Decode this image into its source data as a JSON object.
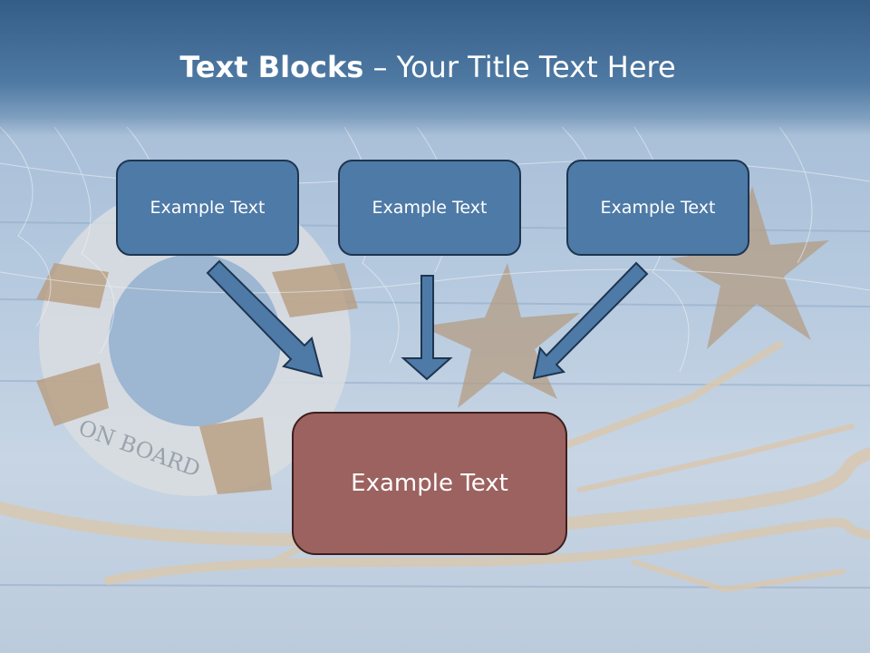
{
  "slide": {
    "title_bold": "Text Blocks",
    "title_rest": " – Your Title Text Here",
    "boxes": [
      {
        "label": "Example Text"
      },
      {
        "label": "Example Text"
      },
      {
        "label": "Example Text"
      }
    ],
    "target": {
      "label": "Example Text"
    }
  },
  "colors": {
    "title_bar": "#3e6892",
    "box_fill": "#4e7aa7",
    "box_border": "#1e3550",
    "target_fill": "#9b625f",
    "arrow_fill": "#4e7aa7"
  },
  "background": {
    "description_icons": [
      "life-ring-icon",
      "starfish-icon",
      "driftwood-icon",
      "fishing-net-icon"
    ]
  }
}
